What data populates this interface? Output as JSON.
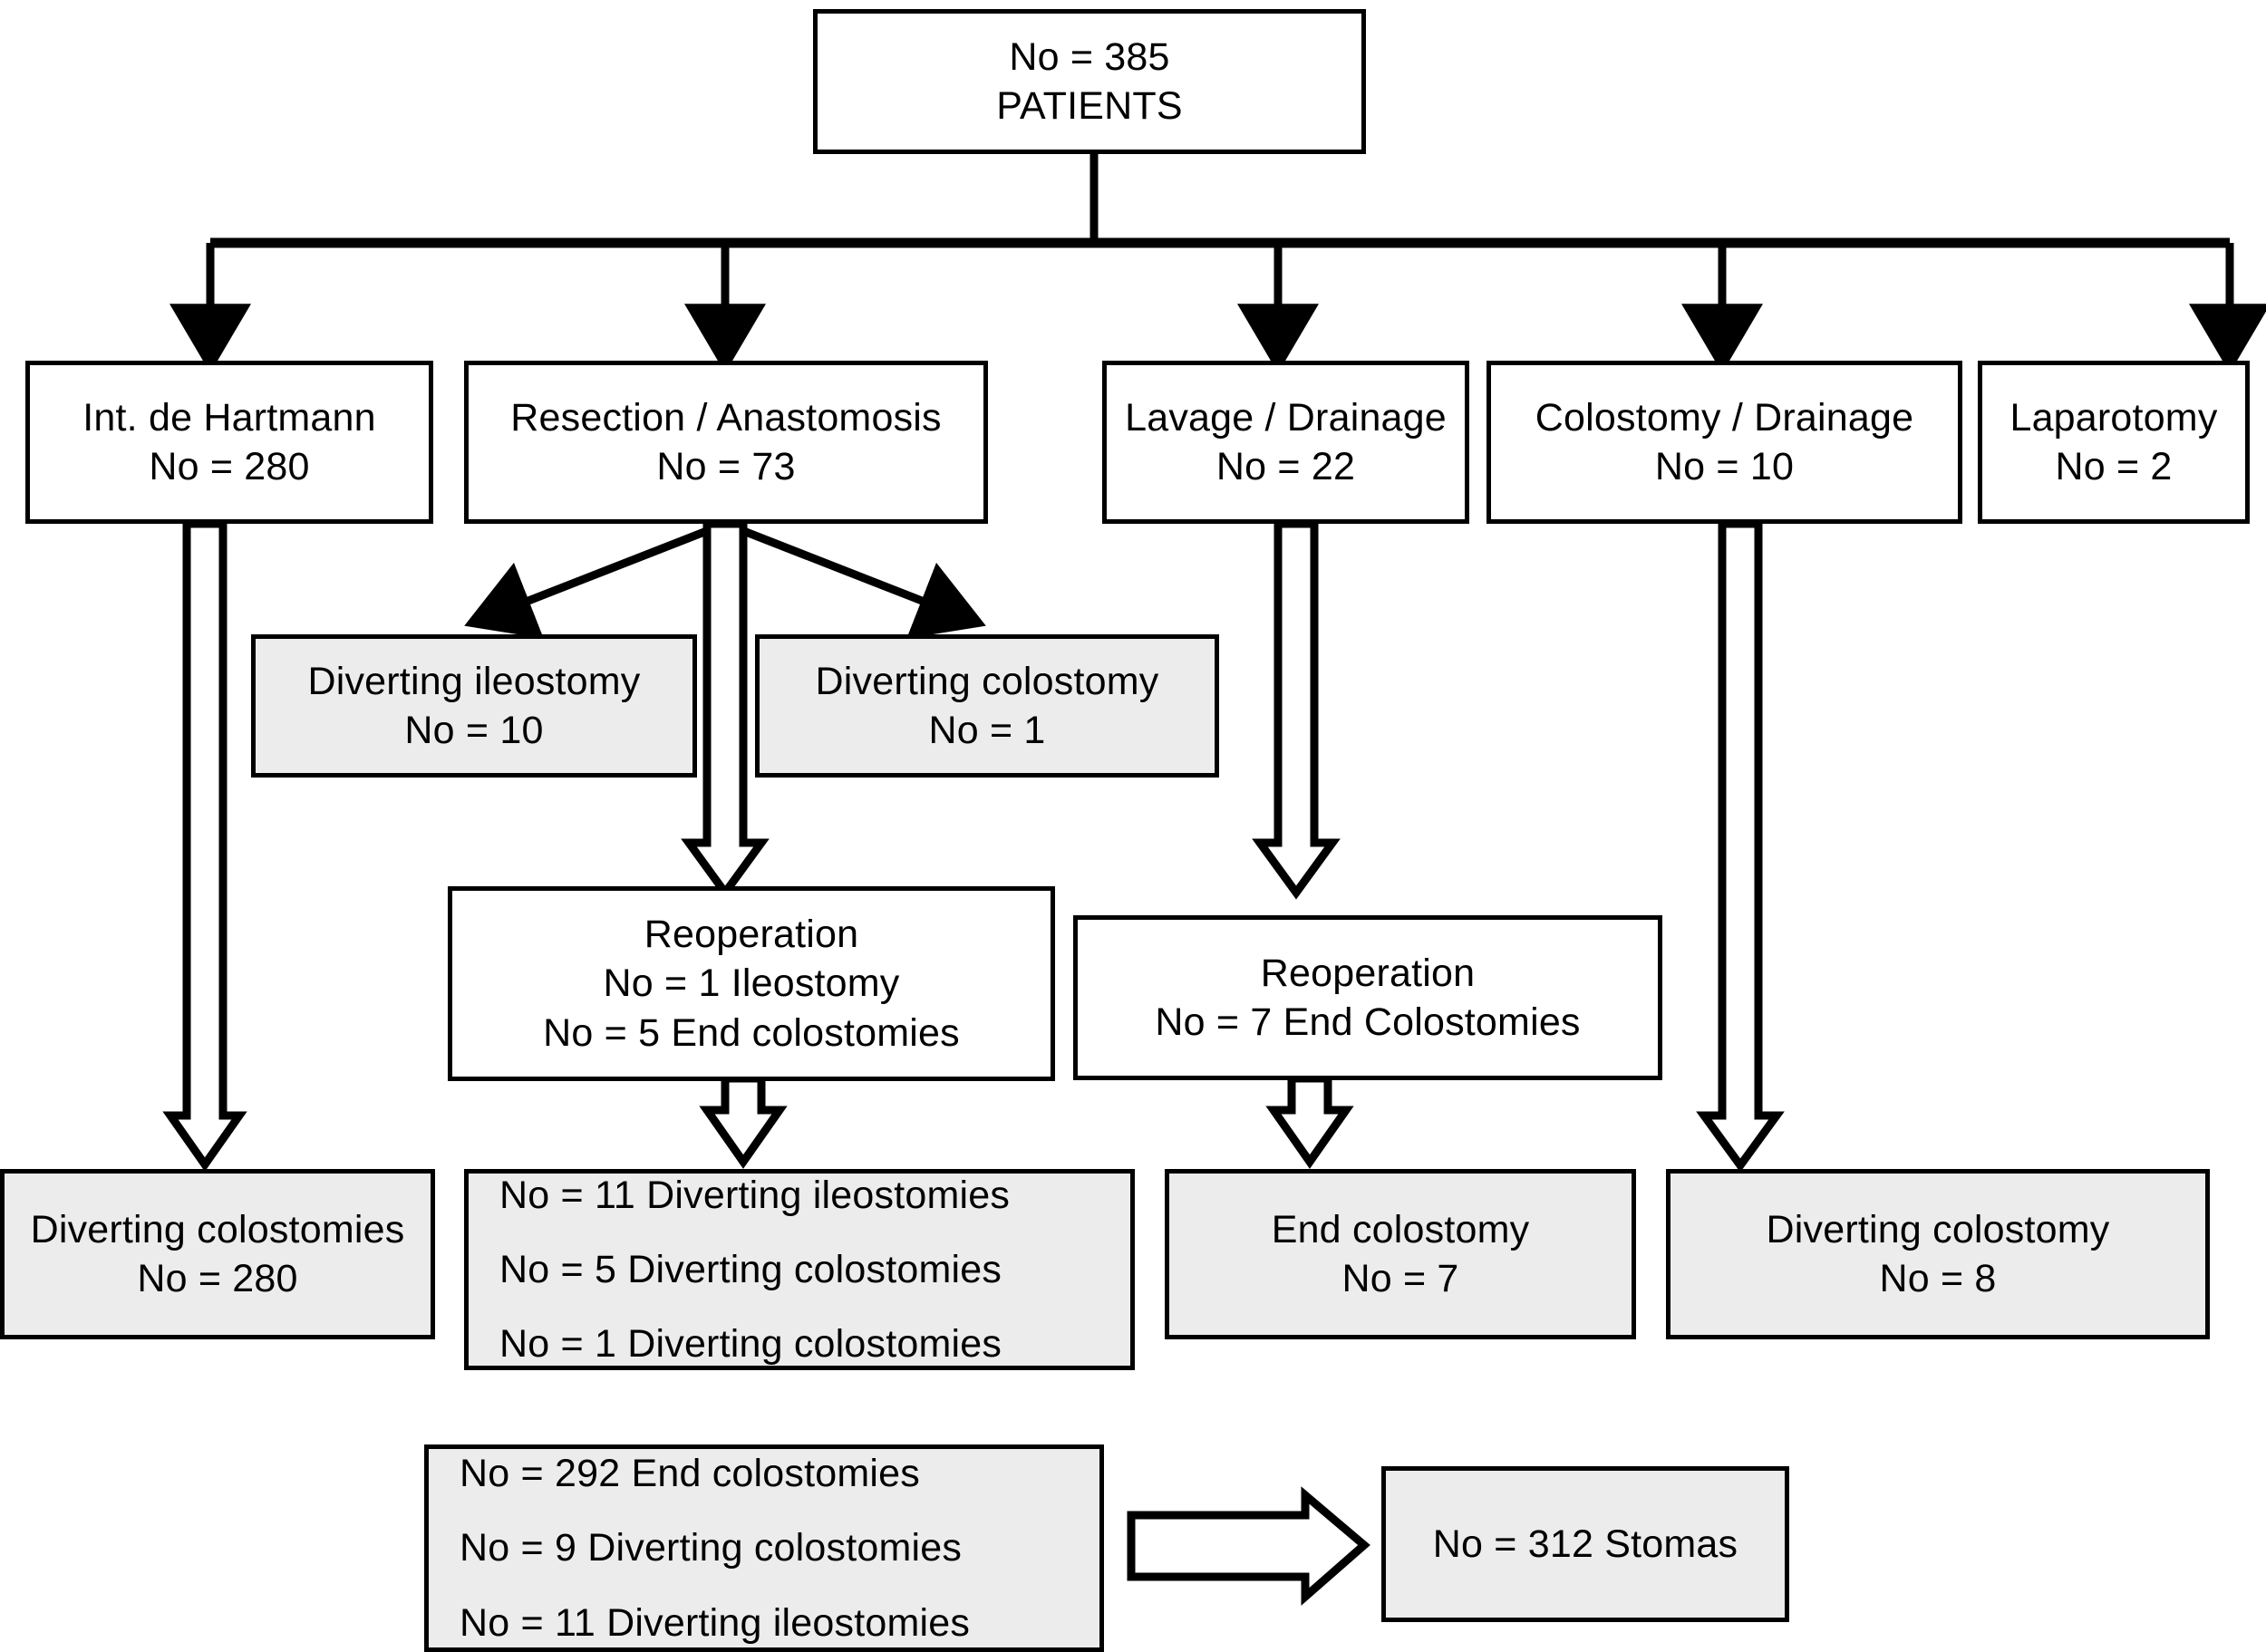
{
  "diagram": {
    "title": "Surgical management and stoma flowchart",
    "type": "flowchart",
    "colors": {
      "stroke": "#000000",
      "node_fill_white": "#ffffff",
      "node_fill_gray": "#ececec",
      "background": "#ffffff"
    }
  },
  "nodes": {
    "root": {
      "id": "patients",
      "lines": [
        "No = 385",
        "PATIENTS"
      ],
      "fill": "white"
    },
    "procedures": [
      {
        "id": "hartmann",
        "lines": [
          "Int. de Hartmann",
          "No = 280"
        ],
        "fill": "white"
      },
      {
        "id": "resection-anastomosis",
        "lines": [
          "Resection / Anastomosis",
          "No = 73"
        ],
        "fill": "white"
      },
      {
        "id": "lavage-drainage",
        "lines": [
          "Lavage / Drainage",
          "No = 22"
        ],
        "fill": "white"
      },
      {
        "id": "colostomy-drainage",
        "lines": [
          "Colostomy / Drainage",
          "No = 10"
        ],
        "fill": "white"
      },
      {
        "id": "laparotomy",
        "lines": [
          "Laparotomy",
          "No = 2"
        ],
        "fill": "white"
      }
    ],
    "diverting": [
      {
        "id": "diverting-ileostomy",
        "lines": [
          "Diverting ileostomy",
          "No = 10"
        ],
        "fill": "gray"
      },
      {
        "id": "diverting-colostomy",
        "lines": [
          "Diverting colostomy",
          "No = 1"
        ],
        "fill": "gray"
      }
    ],
    "reoperations": [
      {
        "id": "reoperation-resection",
        "lines": [
          "Reoperation",
          "No = 1 Ileostomy",
          "No = 5 End colostomies"
        ],
        "fill": "white"
      },
      {
        "id": "reoperation-lavage",
        "lines": [
          "Reoperation",
          "No = 7 End Colostomies"
        ],
        "fill": "white"
      }
    ],
    "outcomes": [
      {
        "id": "outcome-hartmann",
        "lines": [
          "Diverting colostomies",
          "No = 280"
        ],
        "fill": "gray"
      },
      {
        "id": "outcome-resection",
        "lines": [
          "No = 11 Diverting ileostomies",
          "No = 5 Diverting colostomies",
          "No = 1 Diverting colostomies"
        ],
        "fill": "gray"
      },
      {
        "id": "outcome-lavage",
        "lines": [
          "End colostomy",
          "No = 7"
        ],
        "fill": "gray"
      },
      {
        "id": "outcome-colostomy",
        "lines": [
          "Diverting colostomy",
          "No = 8"
        ],
        "fill": "gray"
      }
    ],
    "summary": {
      "id": "summary-totals",
      "lines": [
        "No = 292 End colostomies",
        "No = 9 Diverting colostomies",
        "No = 11 Diverting ileostomies"
      ],
      "fill": "gray"
    },
    "total": {
      "id": "total-stomas",
      "lines": [
        "No = 312 Stomas"
      ],
      "fill": "gray"
    }
  },
  "connectors": {
    "root_fanout_targets": [
      "hartmann",
      "resection-anastomosis",
      "lavage-drainage",
      "colostomy-drainage",
      "laparotomy"
    ],
    "block_arrows": [
      {
        "from": "hartmann",
        "to": "outcome-hartmann",
        "style": "hollow-down"
      },
      {
        "from": "resection-anastomosis",
        "to": "reoperation-resection",
        "style": "hollow-down"
      },
      {
        "from": "reoperation-resection",
        "to": "outcome-resection",
        "style": "hollow-down-short"
      },
      {
        "from": "lavage-drainage",
        "to": "reoperation-lavage",
        "style": "hollow-down"
      },
      {
        "from": "reoperation-lavage",
        "to": "outcome-lavage",
        "style": "hollow-down-short"
      },
      {
        "from": "colostomy-drainage",
        "to": "outcome-colostomy",
        "style": "hollow-down"
      },
      {
        "from": "summary-totals",
        "to": "total-stomas",
        "style": "hollow-right"
      }
    ],
    "thin_arrows": [
      {
        "from": "resection-anastomosis",
        "to": "diverting-ileostomy",
        "style": "diagonal-left"
      },
      {
        "from": "resection-anastomosis",
        "to": "diverting-colostomy",
        "style": "diagonal-right"
      }
    ]
  }
}
